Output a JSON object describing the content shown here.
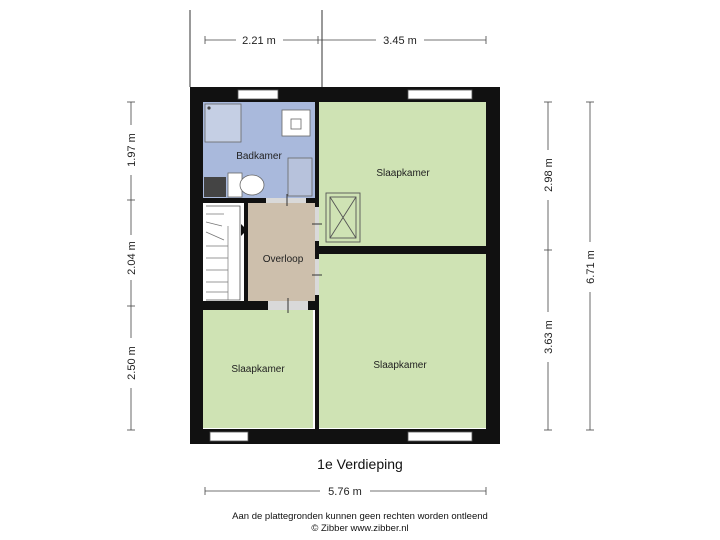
{
  "floor": {
    "title": "1e Verdieping"
  },
  "rooms": {
    "badkamer": "Badkamer",
    "slaapkamer_top_right": "Slaapkamer",
    "overloop": "Overloop",
    "slaapkamer_bottom_left": "Slaapkamer",
    "slaapkamer_bottom_right": "Slaapkamer"
  },
  "dimensions": {
    "top_left": "2.21 m",
    "top_right": "3.45 m",
    "bottom_total": "5.76 m",
    "left_top": "1.97 m",
    "left_middle": "2.04 m",
    "left_bottom": "2.50 m",
    "right_top": "2.98 m",
    "right_bottom": "3.63 m",
    "right_total": "6.71 m"
  },
  "footer": {
    "line1": "Aan de plattegronden kunnen geen rechten worden ontleend",
    "line2": "© Zibber www.zibber.nl"
  },
  "colors": {
    "bedroom": "#cfe3b4",
    "bathroom": "#a9b9dc",
    "landing": "#cdbfac",
    "wall": "#111111"
  }
}
